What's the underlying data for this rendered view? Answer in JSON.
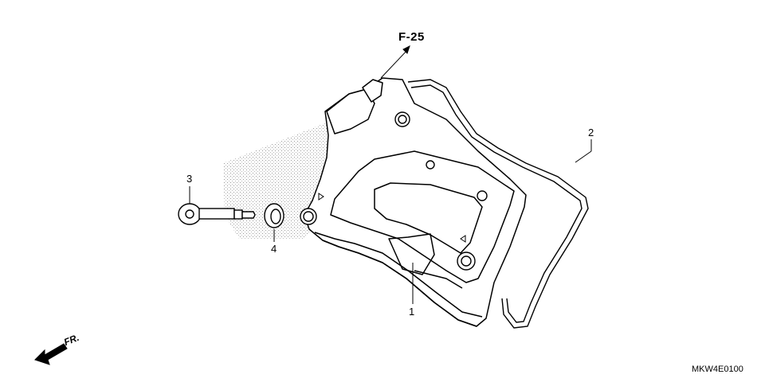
{
  "diagram": {
    "ref_label": "F-25",
    "front_label": "FR.",
    "figure_code": "MKW4E0100",
    "parts": [
      {
        "number": "1"
      },
      {
        "number": "2"
      },
      {
        "number": "3"
      },
      {
        "number": "4"
      }
    ]
  },
  "colors": {
    "line": "#000000",
    "background": "#ffffff",
    "stipple": "#9a9a9a"
  }
}
